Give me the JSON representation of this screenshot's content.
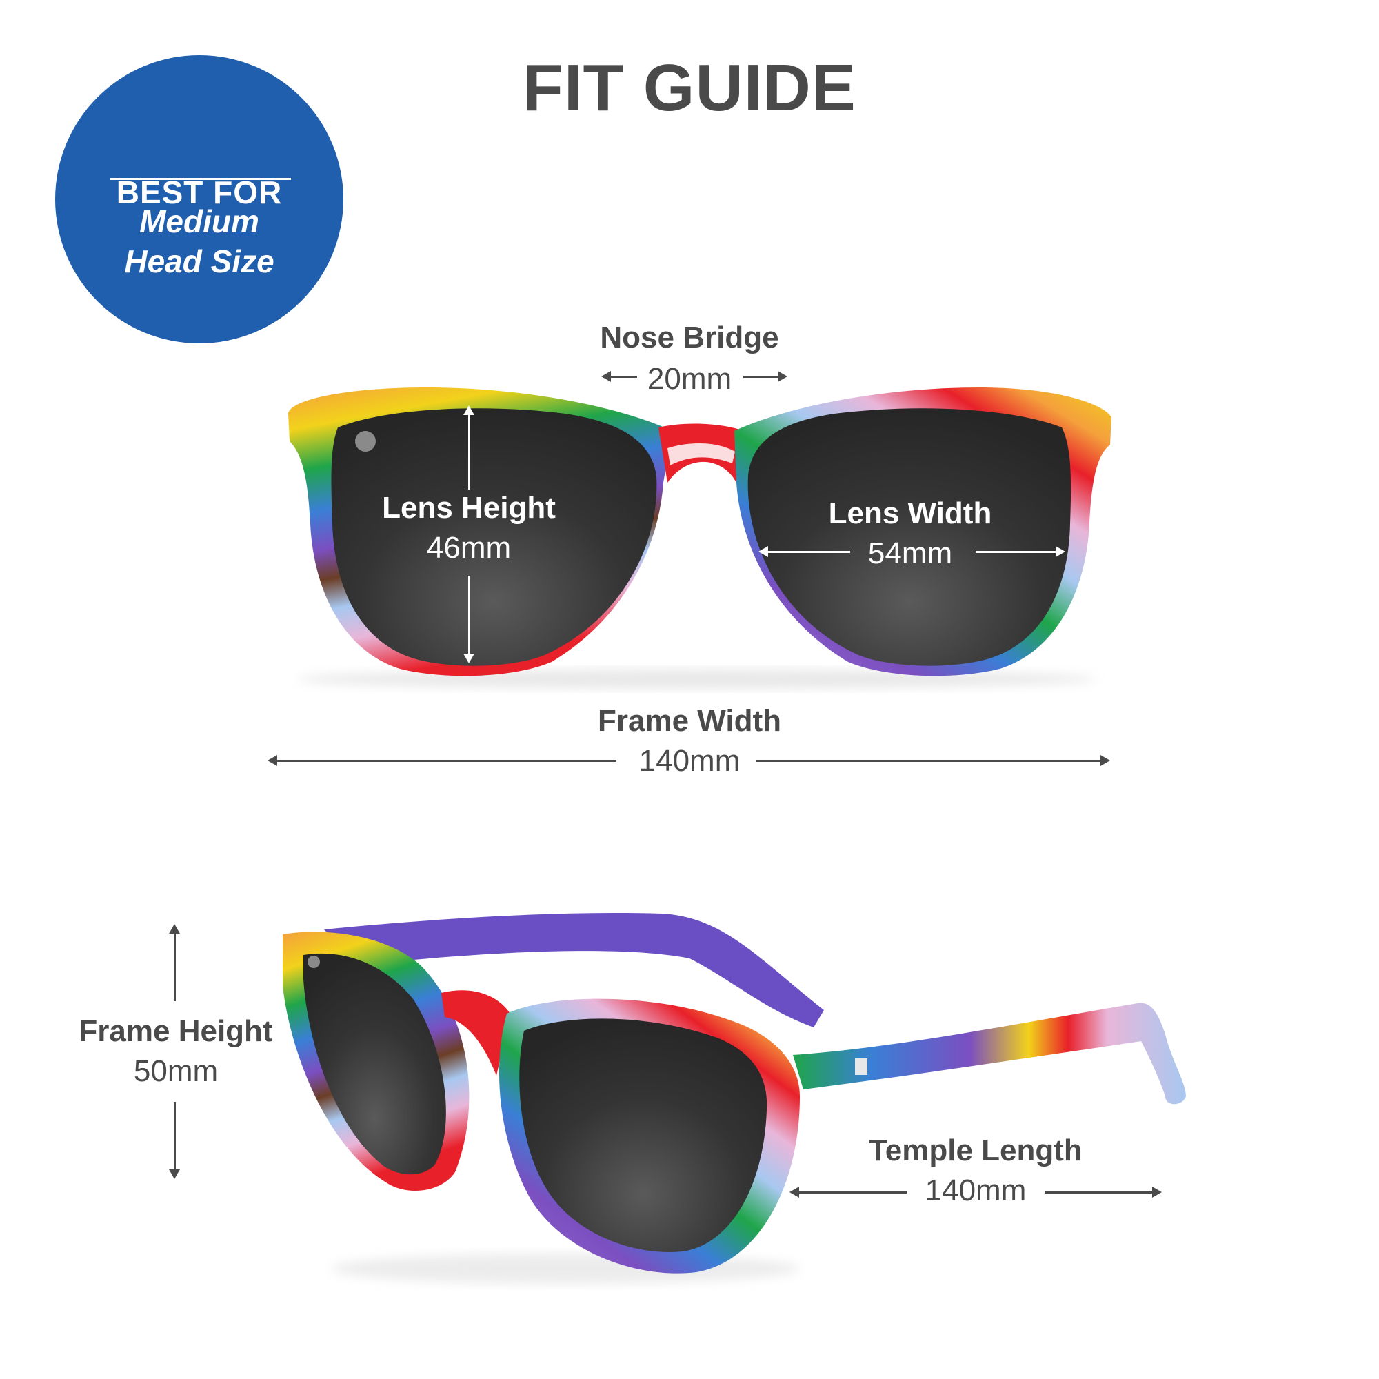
{
  "header": {
    "title": "FIT GUIDE"
  },
  "badge": {
    "title": "BEST FOR",
    "subtitle_line1": "Medium",
    "subtitle_line2": "Head Size",
    "color": "#1f5fae"
  },
  "measurements": {
    "nose_bridge": {
      "label": "Nose Bridge",
      "value": "20mm"
    },
    "lens_height": {
      "label": "Lens Height",
      "value": "46mm"
    },
    "lens_width": {
      "label": "Lens Width",
      "value": "54mm"
    },
    "frame_width": {
      "label": "Frame Width",
      "value": "140mm"
    },
    "frame_height": {
      "label": "Frame Height",
      "value": "50mm"
    },
    "temple_length": {
      "label": "Temple Length",
      "value": "140mm"
    }
  },
  "colors": {
    "text": "#4a4a4a",
    "lens": "#2f2f2f",
    "frame_stripes": [
      "#e8202a",
      "#f4a03c",
      "#f2d21b",
      "#1fa54a",
      "#3a7fd6",
      "#7b4fc0",
      "#e8b6d9",
      "#a8c8f0",
      "#1a1a1a",
      "#6b3e26"
    ],
    "temple_purple": "#6a4fc4"
  },
  "images": {
    "front_view": "rainbow-sunglasses-front-view",
    "side_view": "rainbow-sunglasses-angled-view"
  }
}
